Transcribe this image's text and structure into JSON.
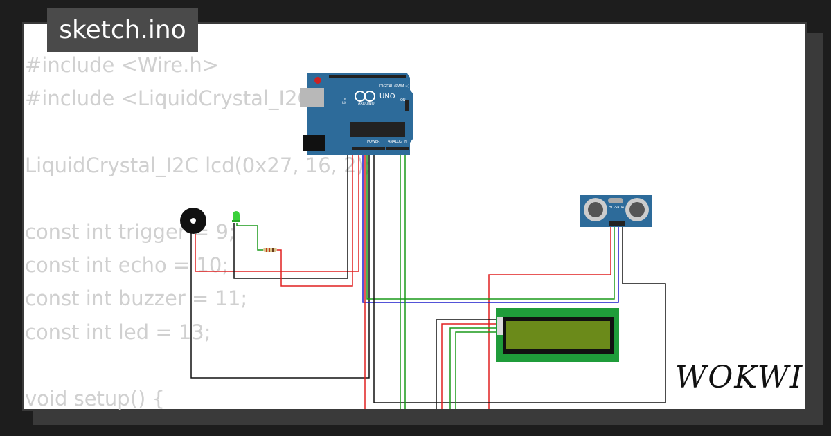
{
  "filename": "sketch.ino",
  "code_lines": [
    "#include <Wire.h>",
    "#include <LiquidCrystal_I2C.h>",
    "",
    "LiquidCrystal_I2C lcd(0x27, 16, 2);",
    "",
    "const int trigger = 9;",
    "const int echo = 10;",
    "const int buzzer = 11;",
    "const int led = 13;",
    "",
    "void setup() {"
  ],
  "board": {
    "name": "UNO",
    "brand": "ARDUINO",
    "digital_label": "DIGITAL (PWM ~)",
    "analog_label": "ANALOG IN",
    "power_label": "POWER",
    "on_label": "ON",
    "tx_label": "TX",
    "rx_label": "RX"
  },
  "sensor_label": "HC-SR04",
  "logo": "WOKWI",
  "colors": {
    "board": "#2d6b9a",
    "lcd_board": "#1f9c3a",
    "lcd_screen": "#6b8a1a",
    "wire_red": "#e02020",
    "wire_black": "#111111",
    "wire_green": "#1a9a1a",
    "wire_blue": "#1a1acc",
    "led": "#3ad13a"
  }
}
